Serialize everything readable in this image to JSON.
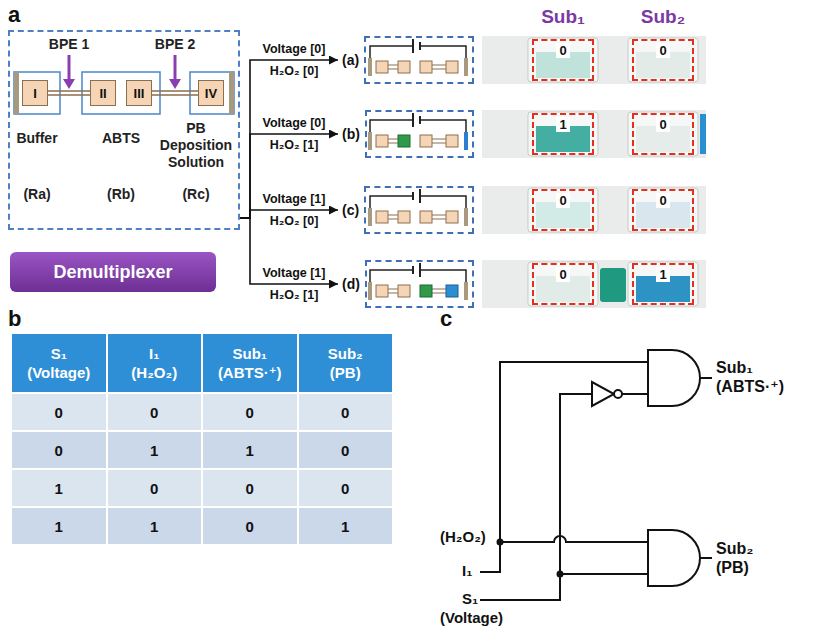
{
  "diagram": {
    "nodes": [
      {
        "text": [
          "BPE 1",
          "BPE 2",
          "Buffer",
          "ABTS",
          "PB Deposition Solution",
          "(Ra)",
          "(Rb)",
          "(Rc)"
        ]
      },
      {
        "text": [
          "I"
        ],
        "in": 0
      },
      {
        "text": [
          "II"
        ],
        "in": 0
      },
      {
        "text": [
          "III"
        ],
        "in": 0
      },
      {
        "text": [
          "IV"
        ],
        "in": 0
      },
      {
        "text": [
          "Demultiplexer"
        ]
      },
      {
        "text": [
          "(a)"
        ]
      },
      {
        "text": [
          "(b)"
        ]
      },
      {
        "text": [
          "(c)"
        ]
      },
      {
        "text": [
          "(d)"
        ]
      },
      {
        "text": [
          "0"
        ]
      },
      {
        "text": [
          "0"
        ]
      },
      {
        "text": [
          "1"
        ]
      },
      {
        "text": [
          "0"
        ]
      },
      {
        "text": [
          "0"
        ]
      },
      {
        "text": [
          "0"
        ]
      },
      {
        "text": [
          "0"
        ]
      },
      {
        "text": [
          "1"
        ]
      }
    ],
    "edges": [
      {
        "from": 0,
        "to": 6,
        "arrow": "to",
        "label": "Voltage [0] H₂O₂ [0]"
      },
      {
        "from": 0,
        "to": 7,
        "arrow": "to",
        "label": "Voltage [0] H₂O₂ [1]"
      },
      {
        "from": 0,
        "to": 8,
        "arrow": "to",
        "label": "Voltage [1] H₂O₂ [0]"
      },
      {
        "from": 0,
        "to": 9,
        "arrow": "to",
        "label": "Voltage [1] H₂O₂ [1]"
      }
    ],
    "labels": [
      "a",
      "Sub₁",
      "Sub₂",
      "b",
      "S₁ (Voltage)",
      "I₁ (H₂O₂)",
      "Sub₁ (ABTS·⁺)",
      "Sub₂ (PB)",
      "0",
      "0",
      "0",
      "0",
      "0",
      "1",
      "1",
      "0",
      "1",
      "0",
      "0",
      "0",
      "1",
      "1",
      "0",
      "1",
      "c",
      "(H₂O₂)",
      "I₁",
      "S₁",
      "(Voltage)",
      "Sub₁ (ABTS·⁺)",
      "Sub₂ (PB)"
    ]
  }
}
